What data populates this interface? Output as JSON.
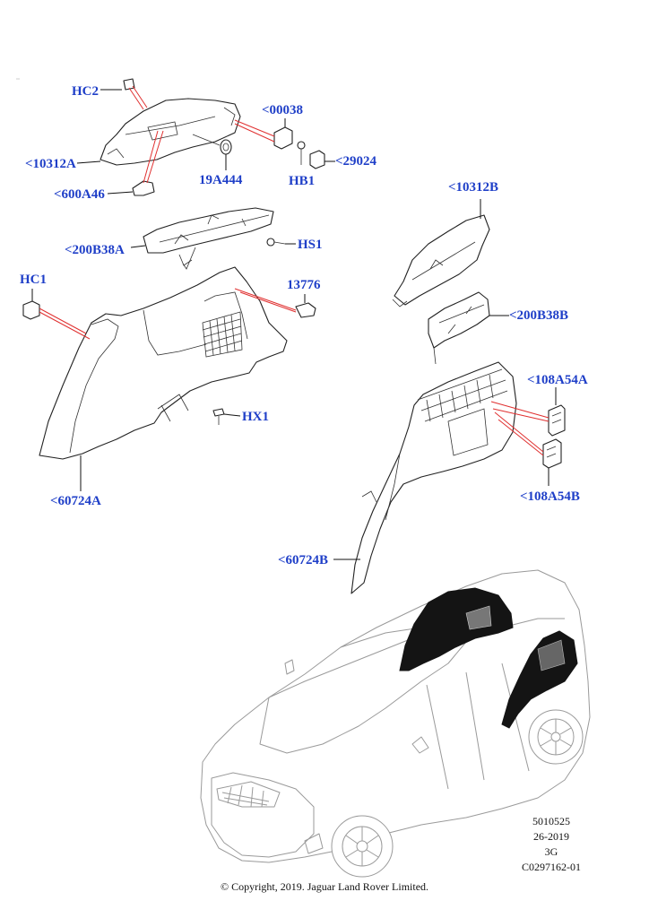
{
  "callouts": {
    "hc2": "HC2",
    "p10312a": "<10312A",
    "p600a46": "<600A46",
    "p19a444": "19A444",
    "p00038": "<00038",
    "hb1": "HB1",
    "p29024": "<29024",
    "p200b38a": "<200B38A",
    "hs1": "HS1",
    "hc1": "HC1",
    "p13776": "13776",
    "hx1": "HX1",
    "p60724a": "<60724A",
    "p10312b": "<10312B",
    "p200b38b": "<200B38B",
    "p108a54a": "<108A54A",
    "p108a54b": "<108A54B",
    "p60724b": "<60724B"
  },
  "meta": {
    "line1": "5010525",
    "line2": "26-2019",
    "line3": "3G",
    "line4": "C0297162-01"
  },
  "copyright": "© Copyright, 2019. Jaguar Land Rover Limited.",
  "colors": {
    "callout": "#1f3fc8",
    "leader_red": "#e03030",
    "vehicle_outline": "#9a9a9a",
    "highlight": "#141414"
  }
}
